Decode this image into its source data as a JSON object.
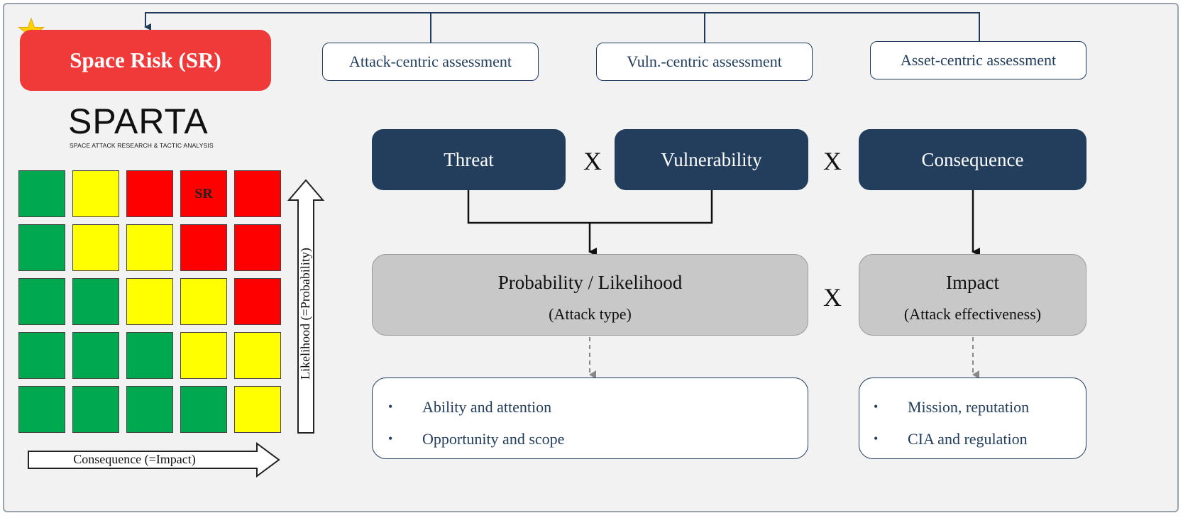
{
  "title": "Space Risk (SR)",
  "assessments": [
    "Attack-centric assessment",
    "Vuln.-centric assessment",
    "Asset-centric assessment"
  ],
  "logo": {
    "name": "SPARTA",
    "subtitle": "SPACE ATTACK RESEARCH & TACTIC ANALYSIS"
  },
  "matrix": {
    "rows": [
      [
        "green",
        "yellow",
        "red",
        "red",
        "red"
      ],
      [
        "green",
        "yellow",
        "yellow",
        "red",
        "red"
      ],
      [
        "green",
        "green",
        "yellow",
        "yellow",
        "red"
      ],
      [
        "green",
        "green",
        "green",
        "yellow",
        "yellow"
      ],
      [
        "green",
        "green",
        "green",
        "green",
        "yellow"
      ]
    ],
    "marker_label": "SR",
    "marker_row": 0,
    "marker_col": 3,
    "x_axis_label": "Consequence (=Impact)",
    "y_axis_label": "Likelihood (=Probability)"
  },
  "colors": {
    "green": "#00a84f",
    "yellow": "#ffff00",
    "red": "#ff0000",
    "title_bg": "#f03a3a",
    "navy": "#223e5c",
    "gray_box": "#c8c8c8",
    "star": "#ffd200"
  },
  "factors": {
    "threat": "Threat",
    "vulnerability": "Vulnerability",
    "consequence": "Consequence",
    "operator": "X"
  },
  "probability": {
    "title": "Probability / Likelihood",
    "subtitle": "(Attack type)"
  },
  "impact": {
    "title": "Impact",
    "subtitle": "(Attack effectiveness)"
  },
  "likelihood_factors": [
    "Ability and attention",
    "Opportunity and scope"
  ],
  "impact_factors": [
    "Mission, reputation",
    "CIA and regulation"
  ],
  "bullet_char": "•"
}
